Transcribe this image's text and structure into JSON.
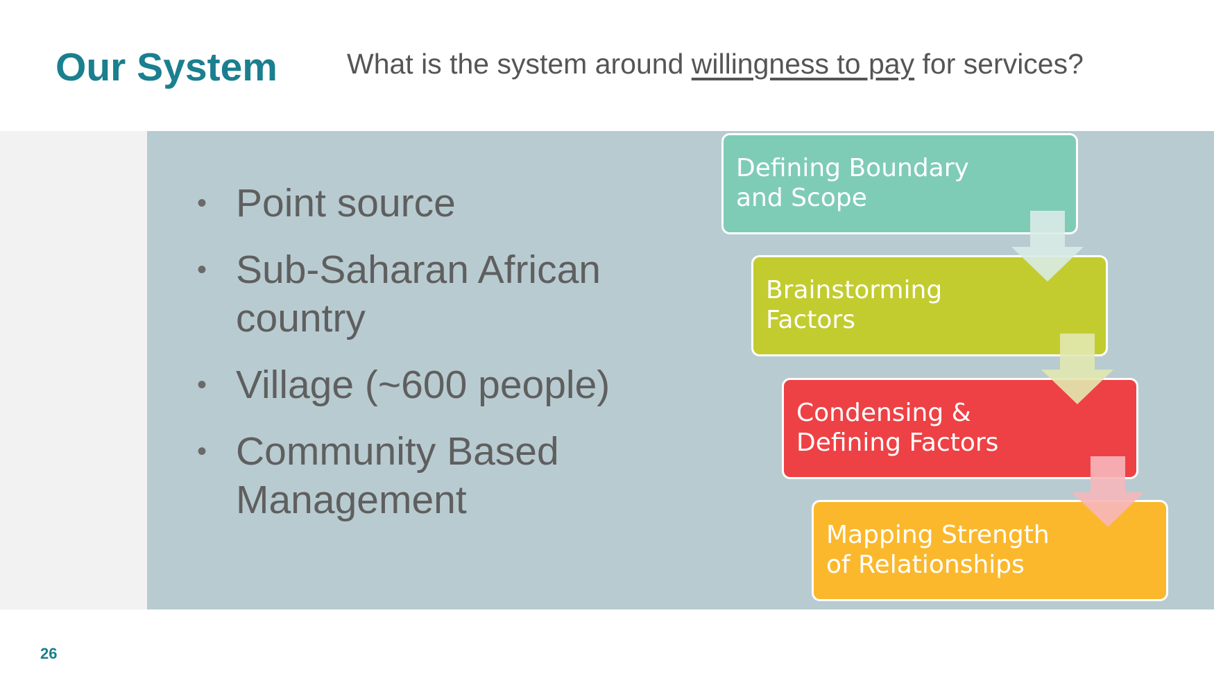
{
  "slide": {
    "title": "Our System",
    "subtitle": {
      "before": "What is the system around ",
      "underlined": "willingness to pay",
      "after": " for services?"
    },
    "bullets": [
      "Point source",
      "Sub-Saharan African country",
      "Village (~600 people)",
      "Community Based Management"
    ],
    "process_steps": [
      {
        "label": "Defining Boundary and Scope",
        "color": "#7fccb6"
      },
      {
        "label": "Brainstorming Factors",
        "color": "#c2cc2f"
      },
      {
        "label": "Condensing & Defining Factors",
        "color": "#ee4145"
      },
      {
        "label": "Mapping Strength of Relationships",
        "color": "#fbb82c"
      }
    ],
    "page_number": "26"
  },
  "colors": {
    "title": "#1a7f8e",
    "panel": "#b8cbd1",
    "margin": "#f2f2f2",
    "text": "#5f5f5f"
  }
}
